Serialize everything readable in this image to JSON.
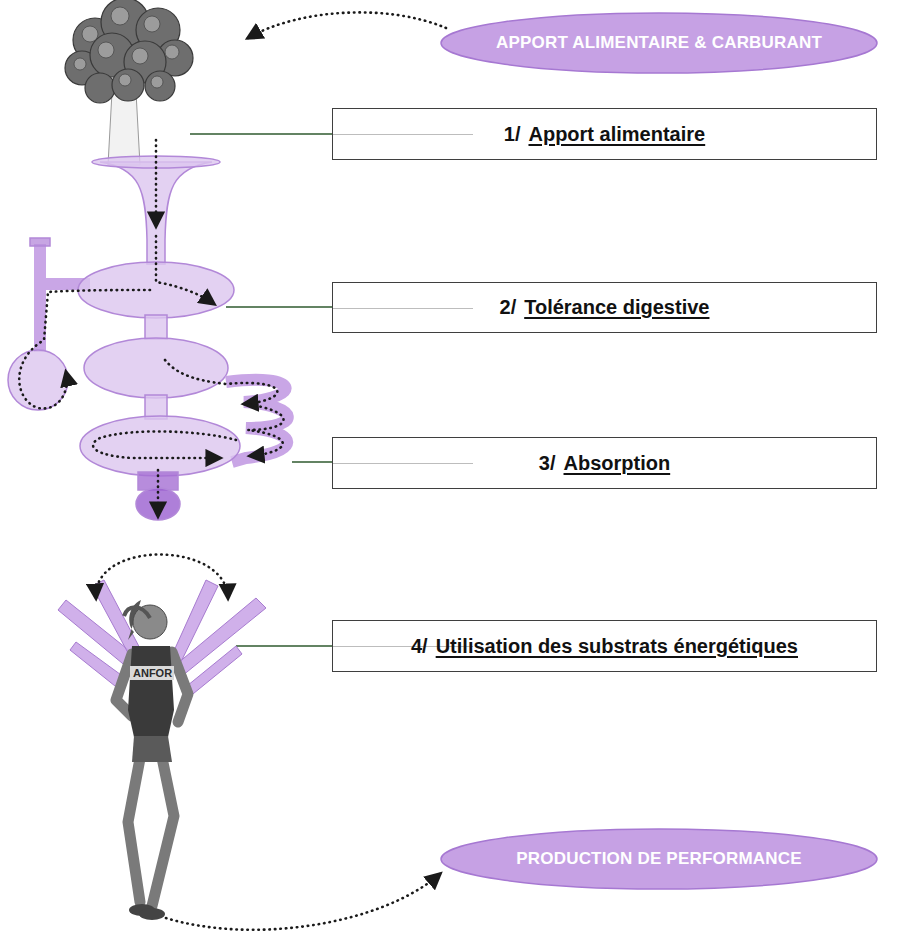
{
  "diagram": {
    "nodes": [
      {
        "text": [
          "APPORT ALIMENTAIRE & CARBURANT"
        ]
      },
      {
        "text": [
          "1/",
          "Apport alimentaire"
        ]
      },
      {
        "text": [
          "2/",
          "Tolérance digestive"
        ]
      },
      {
        "text": [
          "3/",
          "Absorption"
        ]
      },
      {
        "text": [
          "4/",
          "Utilisation des substrats énergétiques"
        ]
      },
      {
        "text": [
          "PRODUCTION DE PERFORMANCE"
        ]
      }
    ],
    "labels": [
      "ANFOR"
    ]
  }
}
